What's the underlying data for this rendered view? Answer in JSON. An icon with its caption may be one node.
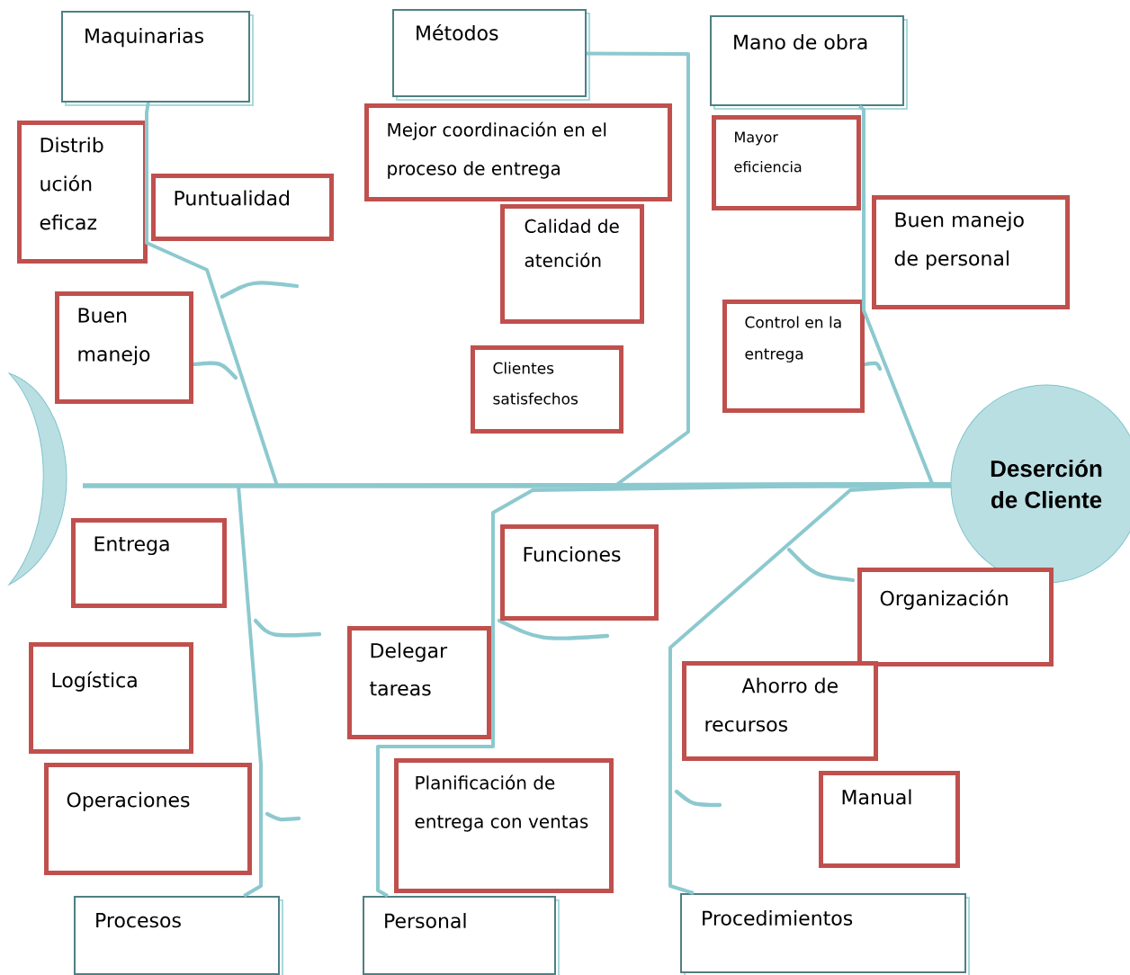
{
  "diagram": {
    "nodes": [
      {
        "text": [
          "Maquinarias"
        ]
      },
      {
        "text": [
          "Métodos"
        ]
      },
      {
        "text": [
          "Mano de obra"
        ]
      },
      {
        "text": [
          "Distrib ución eficaz"
        ]
      },
      {
        "text": [
          "Puntualidad"
        ]
      },
      {
        "text": [
          "Buen manejo"
        ]
      },
      {
        "text": [
          "Mejor coordinación en el proceso de entrega"
        ]
      },
      {
        "text": [
          "Calidad de atención"
        ]
      },
      {
        "text": [
          "Clientes satisfechos"
        ]
      },
      {
        "text": [
          "Mayor eficiencia"
        ]
      },
      {
        "text": [
          "Buen manejo de personal"
        ]
      },
      {
        "text": [
          "Control en la entrega"
        ]
      },
      {
        "text": [
          "Deserción de Cliente"
        ]
      },
      {
        "text": [
          "Entrega"
        ]
      },
      {
        "text": [
          "Logística"
        ]
      },
      {
        "text": [
          "Operaciones"
        ]
      },
      {
        "text": [
          "Procesos"
        ]
      },
      {
        "text": [
          "Funciones"
        ]
      },
      {
        "text": [
          "Delegar tareas"
        ]
      },
      {
        "text": [
          "Planificación de entrega con ventas"
        ]
      },
      {
        "text": [
          "Personal"
        ]
      },
      {
        "text": [
          "Organización"
        ]
      },
      {
        "text": [
          "Ahorro de recursos"
        ]
      },
      {
        "text": [
          "Manual"
        ]
      },
      {
        "text": [
          "Procedimientos"
        ]
      }
    ],
    "edges": [
      {
        "from": 0,
        "to": 12,
        "arrow": "none"
      },
      {
        "from": 1,
        "to": 12,
        "arrow": "none"
      },
      {
        "from": 2,
        "to": 12,
        "arrow": "none"
      },
      {
        "from": 16,
        "to": 12,
        "arrow": "none"
      },
      {
        "from": 20,
        "to": 12,
        "arrow": "none"
      },
      {
        "from": 24,
        "to": 12,
        "arrow": "none"
      }
    ]
  }
}
